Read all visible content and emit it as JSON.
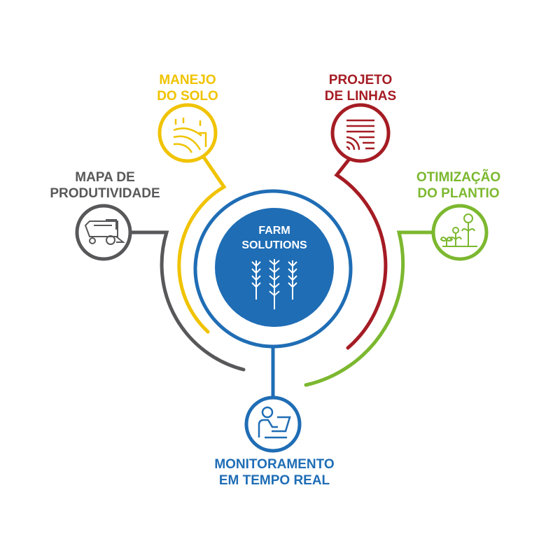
{
  "center": {
    "line1": "FARM",
    "line2": "SOLUTIONS",
    "icon": "wheat-icon"
  },
  "nodes": {
    "manejo": {
      "line1": "MANEJO",
      "line2": "DO SOLO",
      "color": "#f0c300",
      "icon": "field-icon"
    },
    "projeto": {
      "line1": "PROJETO",
      "line2": "DE LINHAS",
      "color": "#a51c24",
      "icon": "row-lines-icon"
    },
    "mapa": {
      "line1": "MAPA DE",
      "line2": "PRODUTIVIDADE",
      "color": "#58585a",
      "icon": "harvester-icon"
    },
    "otimizacao": {
      "line1": "OTIMIZAÇÃO",
      "line2": "DO PLANTIO",
      "color": "#7cb82f",
      "icon": "seedling-icon"
    },
    "monitoramento": {
      "line1": "MONITORAMENTO",
      "line2": "EM TEMPO REAL",
      "color": "#1f6db5",
      "icon": "person-laptop-icon"
    }
  }
}
